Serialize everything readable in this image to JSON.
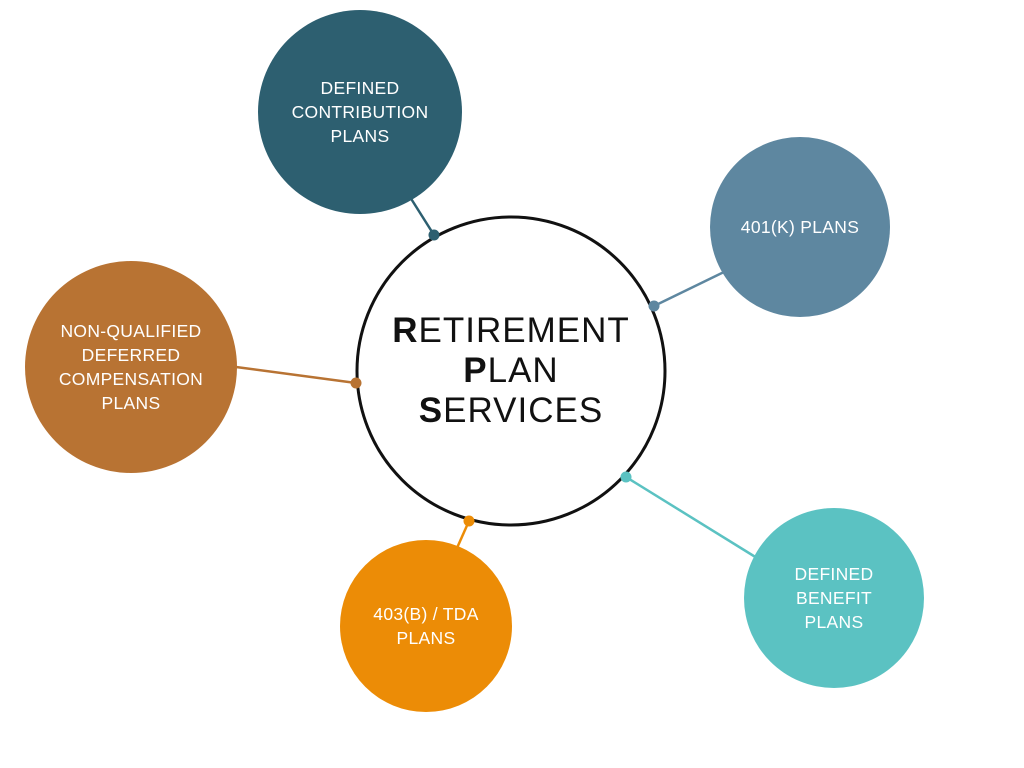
{
  "center": {
    "lines": [
      {
        "initial": "R",
        "rest": "ETIREMENT"
      },
      {
        "initial": "P",
        "rest": "LAN"
      },
      {
        "initial": "S",
        "rest": "ERVICES"
      }
    ]
  },
  "nodes": [
    {
      "label": "DEFINED\nCONTRIBUTION\nPLANS",
      "color": "#2d5f70"
    },
    {
      "label": "401(K) PLANS",
      "color": "#5e87a0"
    },
    {
      "label": "NON-QUALIFIED\nDEFERRED\nCOMPENSATION\nPLANS",
      "color": "#b87333"
    },
    {
      "label": "403(B) / TDA\nPLANS",
      "color": "#ec8c06"
    },
    {
      "label": "DEFINED\nBENEFIT\nPLANS",
      "color": "#5bc2c2"
    }
  ]
}
